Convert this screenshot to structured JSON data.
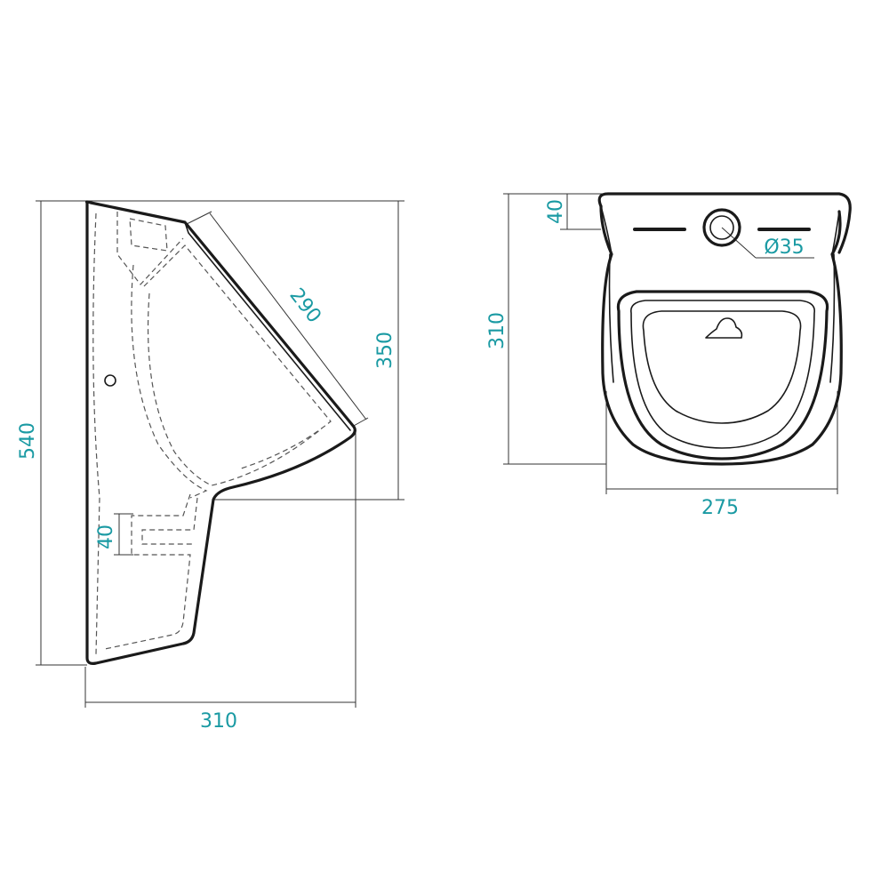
{
  "colors": {
    "dimension_text": "#1a9aa3",
    "outline": "#1a1a1a",
    "dimension_line": "#333333"
  },
  "side_view": {
    "height_label": "540",
    "width_label": "310",
    "slope_label": "290",
    "front_height_label": "350",
    "outlet_label": "40"
  },
  "front_view": {
    "top_offset_label": "40",
    "height_label": "310",
    "width_label": "275",
    "diameter_label": "Ø35"
  }
}
